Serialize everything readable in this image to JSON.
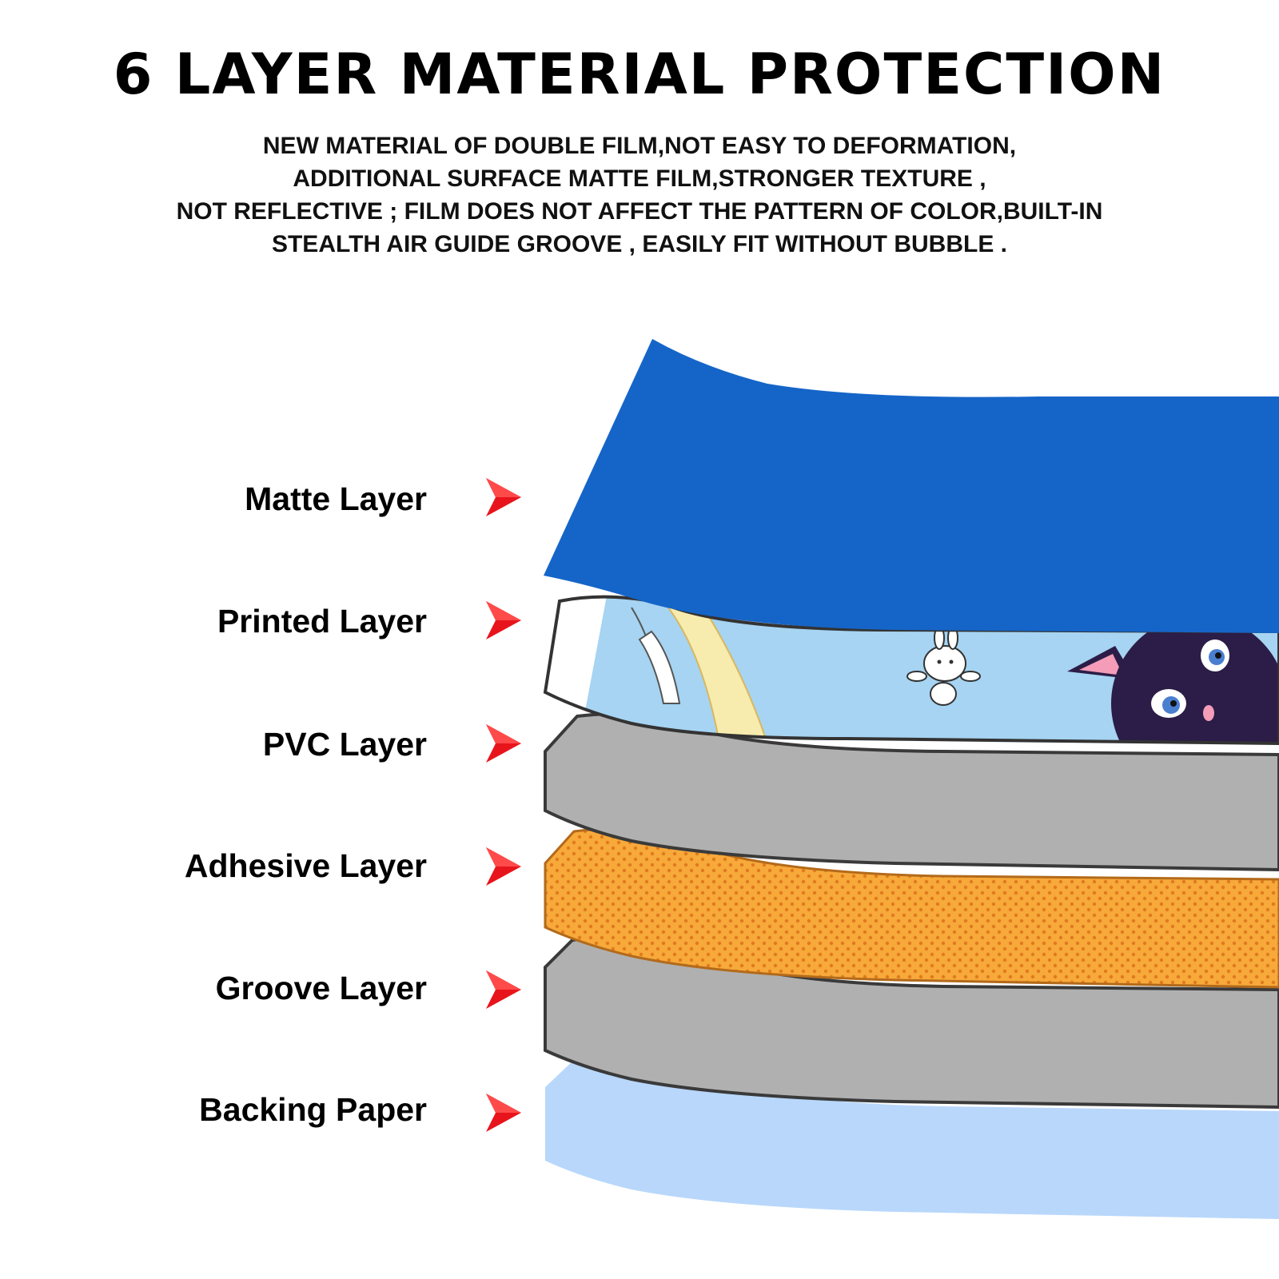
{
  "header": {
    "title": "6 LAYER MATERIAL PROTECTION",
    "description_lines": [
      "NEW MATERIAL OF DOUBLE FILM,NOT EASY TO DEFORMATION,",
      "ADDITIONAL SURFACE MATTE FILM,STRONGER TEXTURE ,",
      "NOT REFLECTIVE ; FILM DOES NOT AFFECT THE PATTERN OF COLOR,BUILT-IN",
      "STEALTH AIR GUIDE GROOVE , EASILY FIT WITHOUT BUBBLE ."
    ]
  },
  "layers": [
    {
      "label": "Matte Layer",
      "color": "#1565c8"
    },
    {
      "label": "Printed Layer",
      "color": "#a6d4f2"
    },
    {
      "label": "PVC Layer",
      "color": "#b0b0b0"
    },
    {
      "label": "Adhesive Layer",
      "color": "#f7a93a"
    },
    {
      "label": "Groove Layer",
      "color": "#b0b0b0"
    },
    {
      "label": "Backing Paper",
      "color": "#b8d7fb"
    }
  ],
  "colors": {
    "arrow": "#e8141c",
    "arrow_dark": "#a50d12",
    "layer_edge": "#3a3a3a",
    "adhesive_dots": "#e07a1e",
    "cat": "#2b1d47",
    "cat_ear": "#f49cb8",
    "cat_eye": "#4a7fd0",
    "moon": "#f2d34a"
  },
  "icons": {
    "arrow": "red-arrow-icon",
    "cat": "black-cat-icon",
    "bunny": "white-bunny-icon"
  }
}
